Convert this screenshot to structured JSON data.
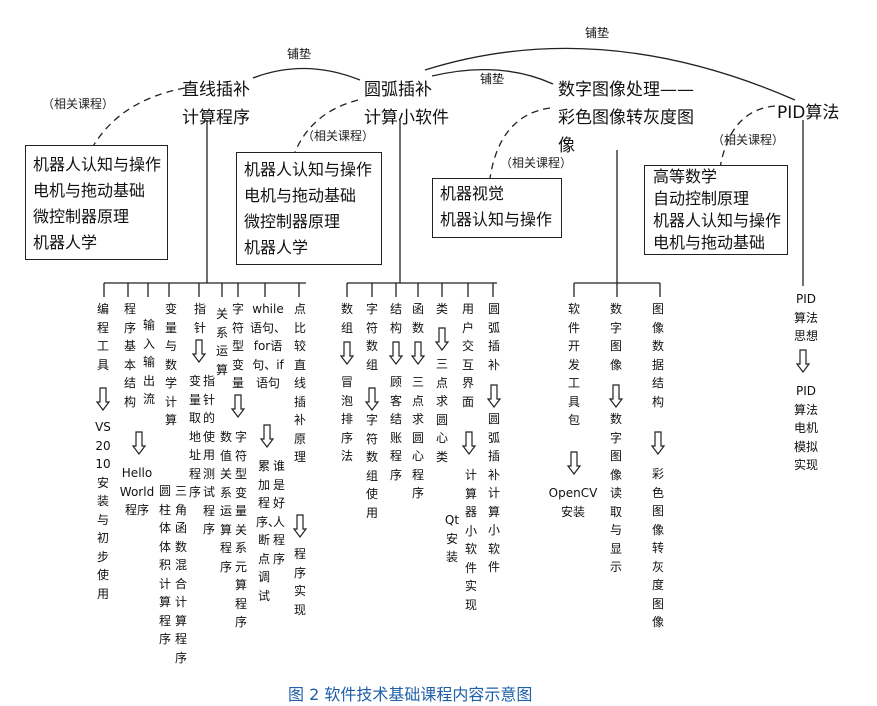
{
  "topics": {
    "linear": [
      "直线插补",
      "计算程序"
    ],
    "arc": [
      "圆弧插补",
      "计算小软件"
    ],
    "image": [
      "数字图像处理——",
      "彩色图像转灰度图",
      "像"
    ],
    "pid": "PID算法"
  },
  "edge_labels": {
    "paving1": "铺垫",
    "paving2": "铺垫",
    "paving3": "铺垫",
    "related1": "（相关课程）",
    "related2": "（相关课程）",
    "related3": "（相关课程）",
    "related4": "（相关课程）"
  },
  "courses": {
    "box1": [
      "机器人认知与操作",
      "电机与拖动基础",
      "微控制器原理",
      "机器人学"
    ],
    "box2": [
      "机器人认知与操作",
      "电机与拖动基础",
      "微控制器原理",
      "机器人学"
    ],
    "box3": [
      "机器视觉",
      "机器认知与操作"
    ],
    "box4": [
      "高等数学",
      "自动控制原理",
      "机器人认知与操作",
      "电机与拖动基础"
    ]
  },
  "linear_steps": [
    {
      "a": "编程工具",
      "b": "VS 2010安装与初步使用"
    },
    {
      "a": "程序基本结构",
      "b": "Hello World程序"
    },
    {
      "a": "输入输出流",
      "b": "圆柱体体积计算程序"
    },
    {
      "a": "变量与数学计算",
      "b": "三角函数混合计算程序"
    },
    {
      "a": "指针",
      "b": "变量取地址程序"
    },
    {
      "a": "关系运算",
      "b": "指针的使用测试程序"
    },
    {
      "a": "字符型变量",
      "b": "数值关系运算程序"
    },
    {
      "a": "",
      "b": "字符型变量关系元算程序"
    },
    {
      "a": "while语句、for语句、if语句",
      "b": "累加程序、断点调试"
    },
    {
      "a": "",
      "b": "谁是好人程序"
    },
    {
      "a": "点比较直线插补原理",
      "b": "程序实现"
    }
  ],
  "arc_steps": [
    {
      "a": "数组",
      "b": "冒泡排序法"
    },
    {
      "a": "字符数组",
      "b": "字符数组使用"
    },
    {
      "a": "结构",
      "b": "顾客结账程序"
    },
    {
      "a": "函数",
      "b": "三点求圆心程序"
    },
    {
      "a": "类",
      "b": "三点求圆心类"
    },
    {
      "a": "用户交互界面",
      "b": "计算器小软件实现"
    },
    {
      "a": "",
      "b": "Qt安装"
    },
    {
      "a": "圆弧插补",
      "b": "圆弧插补计算小软件"
    }
  ],
  "image_steps": [
    {
      "a": "软件开发工具包",
      "b": "OpenCV 安装"
    },
    {
      "a": "数字图像",
      "b": "数字图像读取与显示"
    },
    {
      "a": "图像数据结构",
      "b": "彩色图像转灰度图像"
    }
  ],
  "pid_steps": {
    "a": "PID 算法思想",
    "b": "PID 算法电机模拟实现"
  },
  "caption": "图 2  软件技术基础课程内容示意图"
}
